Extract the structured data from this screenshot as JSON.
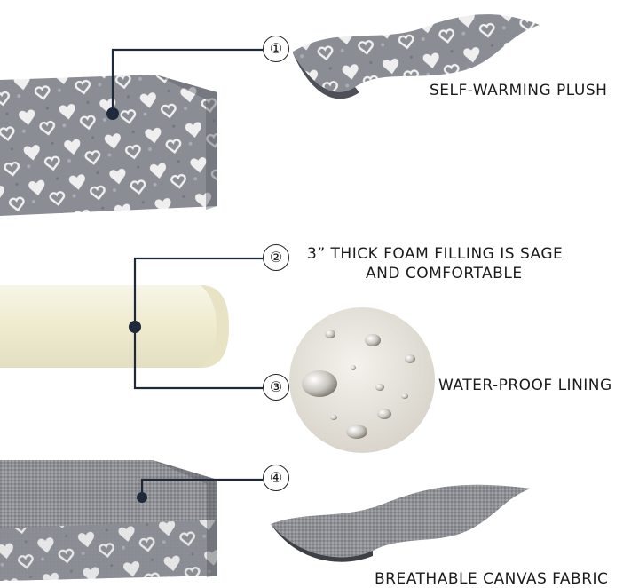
{
  "features": [
    {
      "number": "①",
      "label": "SELF-WARMING PLUSH"
    },
    {
      "number": "②",
      "label_line1": "3”  THICK FOAM FILLING IS SAGE",
      "label_line2": "AND COMFORTABLE"
    },
    {
      "number": "③",
      "label": "WATER-PROOF LINING"
    },
    {
      "number": "④",
      "label": "BREATHABLE CANVAS FABRIC"
    }
  ],
  "colors": {
    "plush": "#8a8d94",
    "plush_dark": "#6f7279",
    "heart": "#f1f1f1",
    "foam": "#f4f1dc",
    "canvas": "#8c8e92",
    "leader_line": "#1e2a3a",
    "waterproof_bg": "#e9e6df"
  },
  "icons": [
    "plush-swatch",
    "foam-cylinder",
    "water-droplets",
    "canvas-swatch",
    "heart-pattern"
  ]
}
